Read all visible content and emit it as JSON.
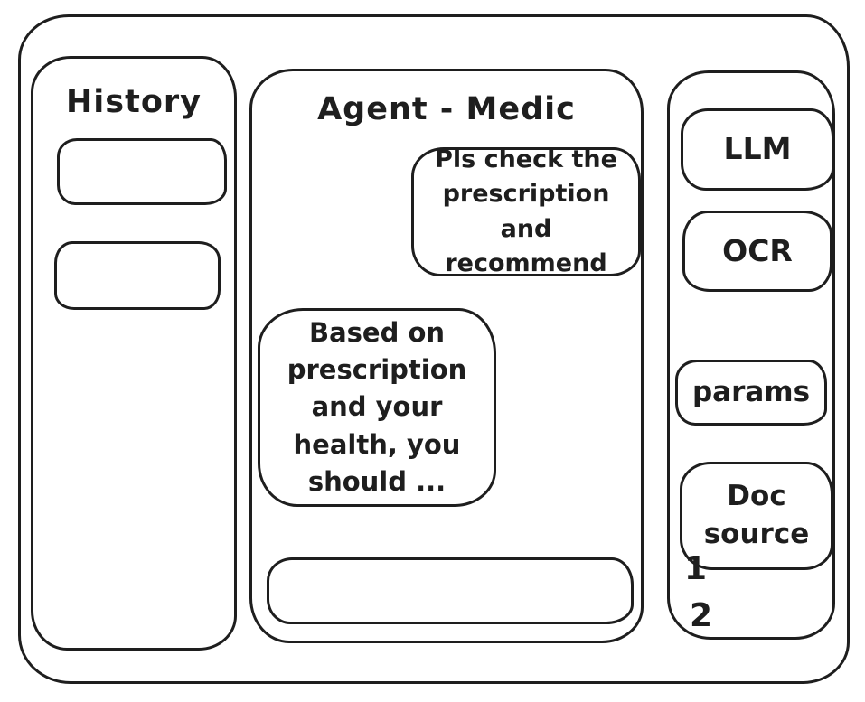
{
  "window": {
    "colors": {
      "stroke": "#1e1e1e",
      "background": "#ffffff"
    },
    "history_panel": {
      "title": "History",
      "items": [
        {
          "label": ""
        },
        {
          "label": ""
        }
      ]
    },
    "chat_panel": {
      "title": "Agent - Medic",
      "messages": [
        {
          "role": "user",
          "text": "Pls check the prescription and recommend"
        },
        {
          "role": "assistant",
          "text": "Based on prescription and your health, you should ..."
        }
      ],
      "input": {
        "value": "",
        "placeholder": ""
      }
    },
    "tools_panel": {
      "buttons": [
        {
          "id": "llm",
          "label": "LLM"
        },
        {
          "id": "ocr",
          "label": "OCR"
        },
        {
          "id": "params",
          "label": "params"
        },
        {
          "id": "doc-source",
          "label": "Doc source"
        }
      ],
      "doc_items": [
        "1",
        "2"
      ]
    }
  }
}
